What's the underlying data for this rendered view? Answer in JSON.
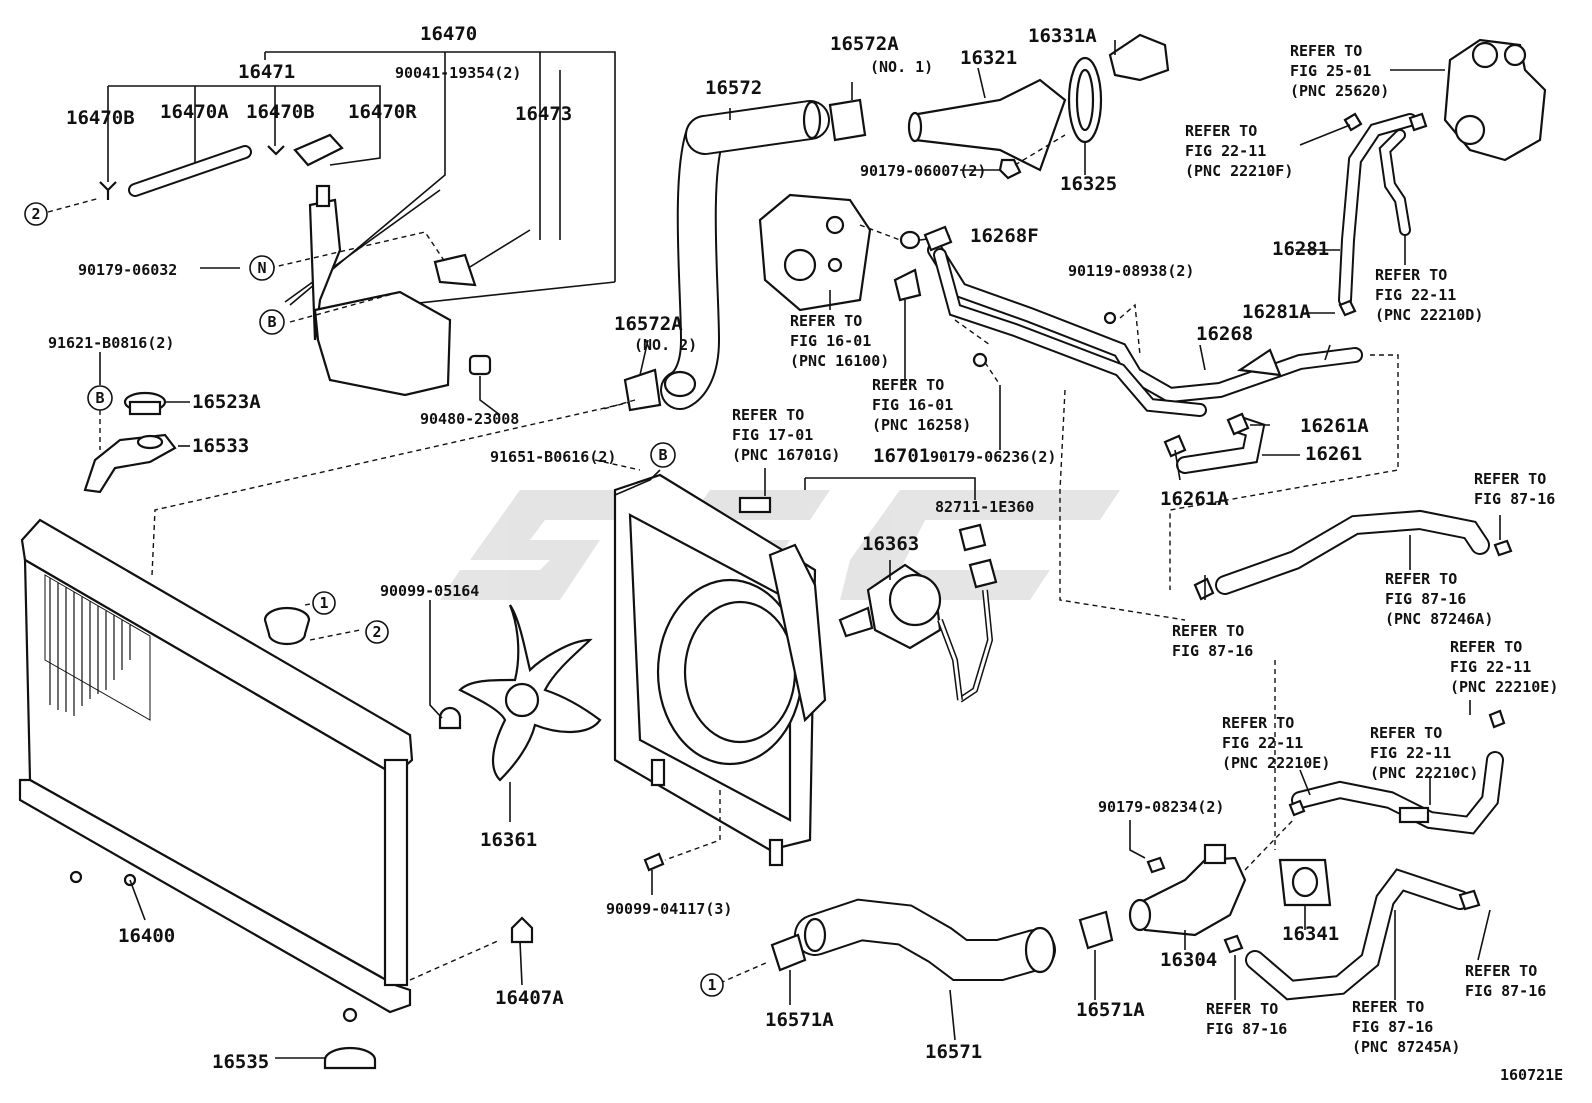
{
  "watermark": {
    "text": "SSG",
    "color": "#d9d9d9"
  },
  "diagram_code": "160721E",
  "circle_markers": [
    "1",
    "2",
    "N",
    "B"
  ],
  "labels": {
    "p16470": "16470",
    "p16471": "16471",
    "p90041": "90041-19354(2)",
    "p16470B_a": "16470B",
    "p16470A": "16470A",
    "p16470B_b": "16470B",
    "p16470R": "16470R",
    "p16473": "16473",
    "p90179_06032": "90179-06032",
    "p91621": "91621-B0816(2)",
    "p16523A": "16523A",
    "p16533": "16533",
    "p90480": "90480-23008",
    "p16572": "16572",
    "p16572A_1": "16572A",
    "no1": "(NO. 1)",
    "p16572A_2": "16572A",
    "no2": "(NO. 2)",
    "p16321": "16321",
    "p16331A": "16331A",
    "p16325": "16325",
    "p90179_06007": "90179-06007(2)",
    "p16268F": "16268F",
    "p16268": "16268",
    "p90119": "90119-08938(2)",
    "p16281": "16281",
    "p16281A": "16281A",
    "p16261A_a": "16261A",
    "p16261": "16261",
    "p16261A_b": "16261A",
    "p90179_06236": "90179-06236(2)",
    "p91651": "91651-B0616(2)",
    "p16701": "16701",
    "p82711": "82711-1E360",
    "p16363": "16363",
    "p90099_05164": "90099-05164",
    "p16361": "16361",
    "p90099_04117": "90099-04117(3)",
    "p16400": "16400",
    "p16407A": "16407A",
    "p16535": "16535",
    "p16571A_a": "16571A",
    "p16571": "16571",
    "p16571A_b": "16571A",
    "p16304": "16304",
    "p16341": "16341",
    "p90179_08234": "90179-08234(2)"
  },
  "refers": {
    "r1": [
      "REFER TO",
      "FIG 25-01",
      "(PNC 25620)"
    ],
    "r2": [
      "REFER TO",
      "FIG 22-11",
      "(PNC 22210F)"
    ],
    "r3": [
      "REFER TO",
      "FIG 22-11",
      "(PNC 22210D)"
    ],
    "r4": [
      "REFER TO",
      "FIG 16-01",
      "(PNC 16100)"
    ],
    "r5": [
      "REFER TO",
      "FIG 16-01",
      "(PNC 16258)"
    ],
    "r6": [
      "REFER TO",
      "FIG 17-01",
      "(PNC 16701G)"
    ],
    "r7": [
      "REFER TO",
      "FIG 87-16"
    ],
    "r8": [
      "REFER TO",
      "FIG 87-16",
      "(PNC 87246A)"
    ],
    "r9": [
      "REFER TO",
      "FIG 87-16"
    ],
    "r10": [
      "REFER TO",
      "FIG 22-11",
      "(PNC 22210E)"
    ],
    "r11": [
      "REFER TO",
      "FIG 22-11",
      "(PNC 22210E)"
    ],
    "r12": [
      "REFER TO",
      "FIG 22-11",
      "(PNC 22210C)"
    ],
    "r13": [
      "REFER TO",
      "FIG 87-16"
    ],
    "r14": [
      "REFER TO",
      "FIG 87-16"
    ],
    "r15": [
      "REFER TO",
      "FIG 87-16",
      "(PNC 87245A)"
    ]
  }
}
